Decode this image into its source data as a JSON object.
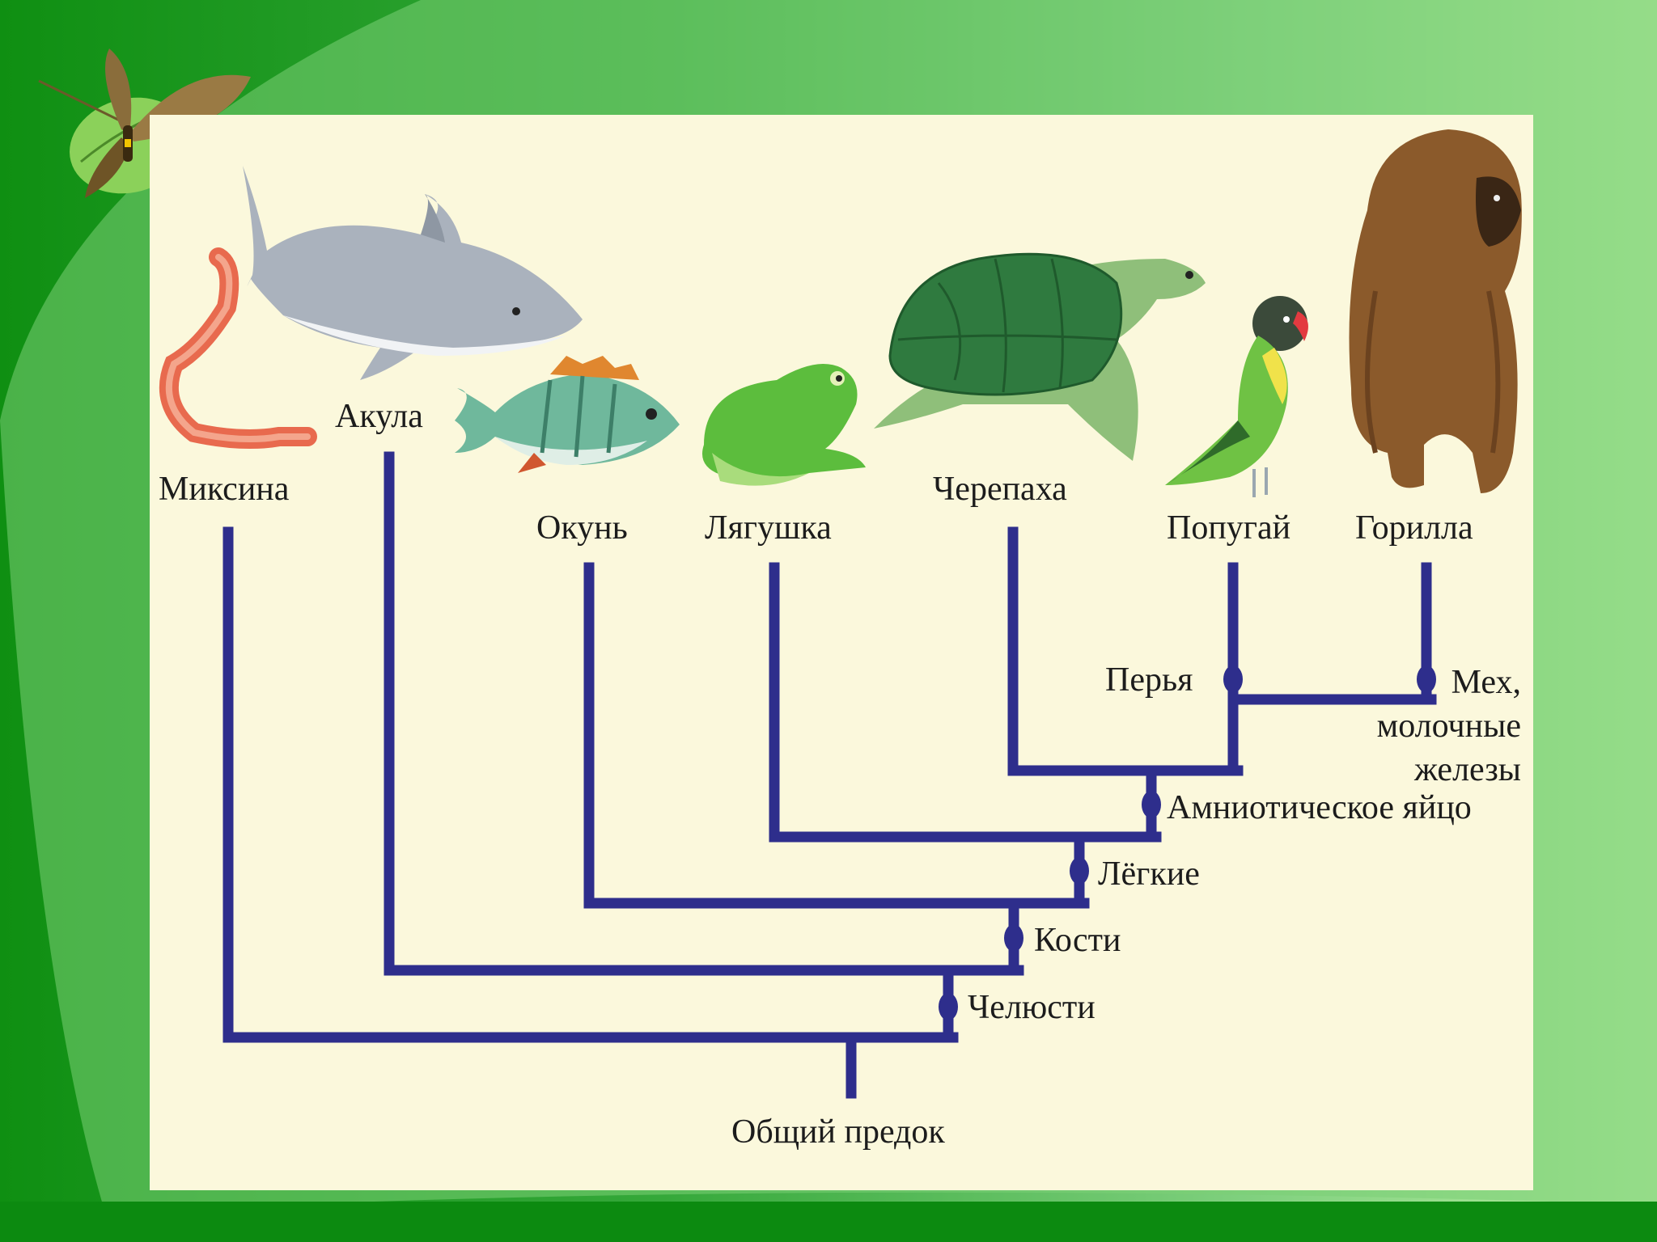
{
  "taxa": [
    {
      "id": "hagfish",
      "label": "Миксина"
    },
    {
      "id": "shark",
      "label": "Акула"
    },
    {
      "id": "perch",
      "label": "Окунь"
    },
    {
      "id": "frog",
      "label": "Лягушка"
    },
    {
      "id": "turtle",
      "label": "Черепаха"
    },
    {
      "id": "parrot",
      "label": "Попугай"
    },
    {
      "id": "gorilla",
      "label": "Горилла"
    }
  ],
  "traits": {
    "jaws": "Челюсти",
    "bones": "Кости",
    "lungs": "Лёгкие",
    "amniotic_egg": "Амниотическое яйцо",
    "feathers": "Перья",
    "fur": "Мех,\nмолочные\nжелезы"
  },
  "root_label": "Общий предок",
  "colors": {
    "branch": "#2e2e8c",
    "panel": "#fbf8dc",
    "slide_green": "#2aa02e"
  },
  "icons": [
    "hagfish-image",
    "shark-image",
    "perch-image",
    "frog-image",
    "turtle-image",
    "parrot-image",
    "gorilla-image",
    "butterfly-leaf-logo"
  ]
}
